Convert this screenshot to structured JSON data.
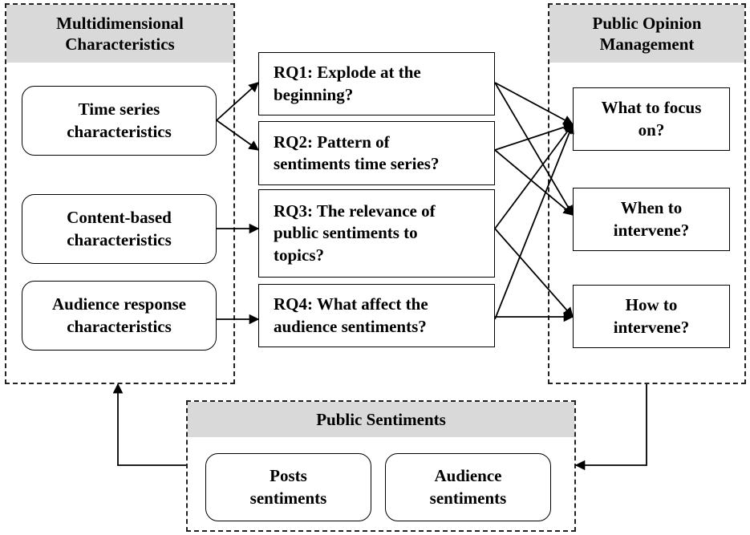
{
  "groups": {
    "multidimensional": {
      "title": "Multidimensional\nCharacteristics",
      "items": [
        "Time series\ncharacteristics",
        "Content-based\ncharacteristics",
        "Audience response\ncharacteristics"
      ]
    },
    "research_questions": [
      "RQ1: Explode at the\nbeginning?",
      "RQ2: Pattern of\nsentiments time series?",
      "RQ3: The relevance of\npublic sentiments to\ntopics?",
      "RQ4: What affect the\naudience sentiments?"
    ],
    "public_opinion": {
      "title": "Public Opinion\nManagement",
      "items": [
        "What to focus\non?",
        "When to\nintervene?",
        "How to\nintervene?"
      ]
    },
    "public_sentiments": {
      "title": "Public Sentiments",
      "items": [
        "Posts\nsentiments",
        "Audience\nsentiments"
      ]
    }
  }
}
